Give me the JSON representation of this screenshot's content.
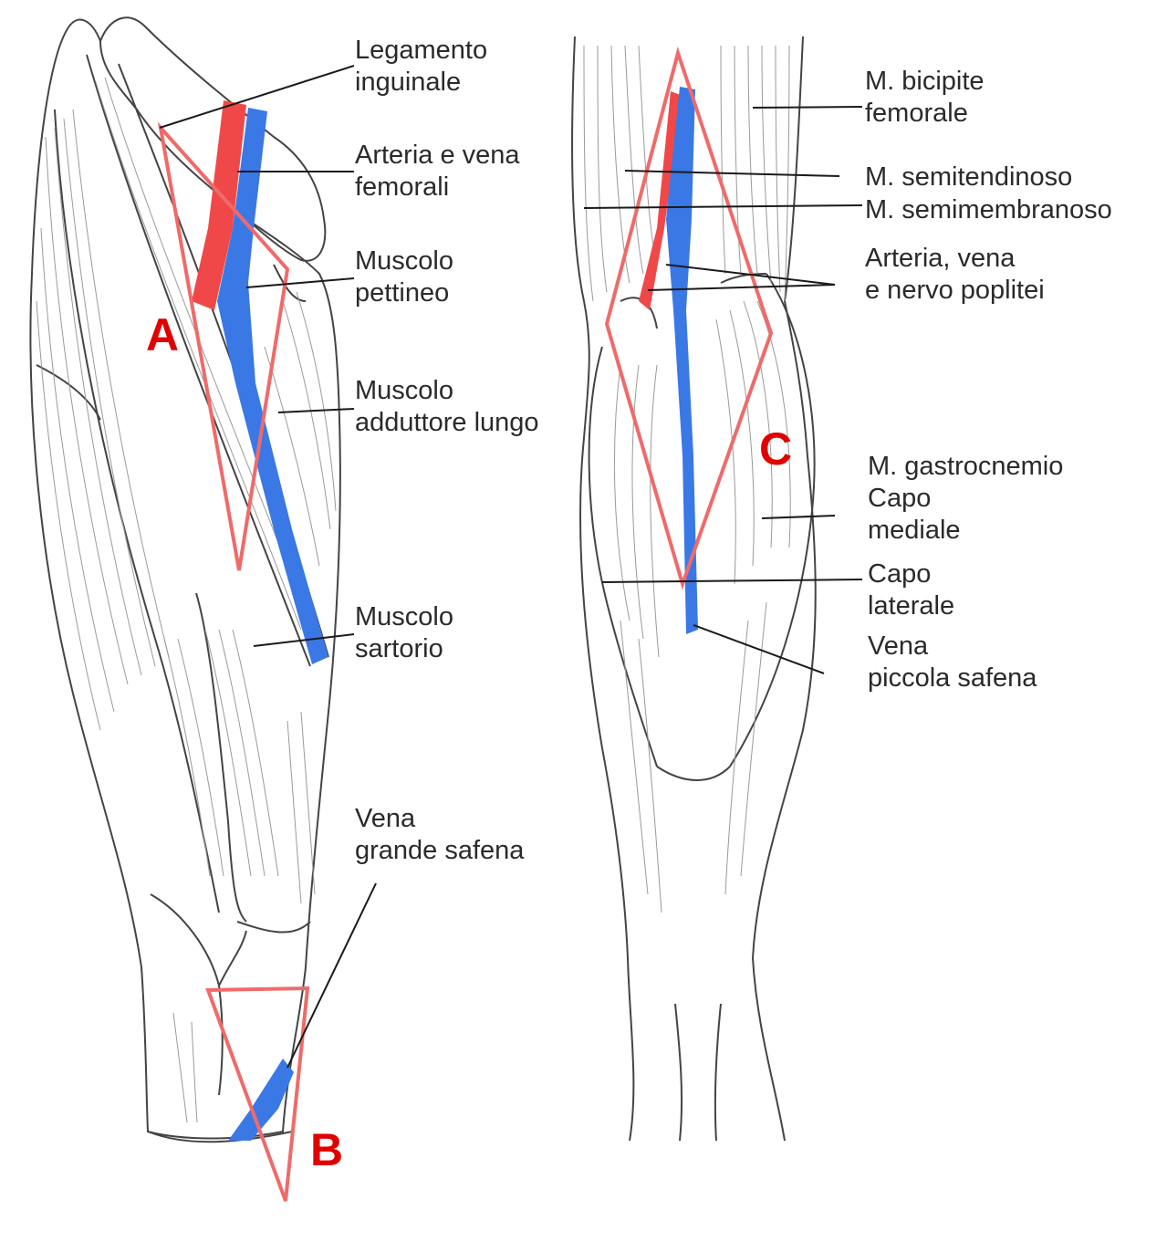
{
  "colors": {
    "artery": "#f04848",
    "vein": "#3a78e6",
    "region_outline": "#f06a6a",
    "region_letter": "#e00000",
    "outline": "#444444",
    "fiber": "#9a9a9a",
    "label_text": "#2a2a2a"
  },
  "region_letters": {
    "a": "A",
    "b": "B",
    "c": "C"
  },
  "labels": {
    "legamento_inguinale": [
      "Legamento",
      "inguinale"
    ],
    "arteria_vena_femorali": [
      "Arteria e vena",
      "femorali"
    ],
    "muscolo_pettineo": [
      "Muscolo",
      "pettineo"
    ],
    "muscolo_adduttore_lungo": [
      "Muscolo",
      "adduttore lungo"
    ],
    "muscolo_sartorio": [
      "Muscolo",
      "sartorio"
    ],
    "vena_grande_safena": [
      "Vena",
      "grande safena"
    ],
    "m_bicipite_femorale": [
      "M. bicipite",
      "femorale"
    ],
    "m_semitendinoso": [
      "M. semitendinoso"
    ],
    "m_semimembranoso": [
      "M. semimembranoso"
    ],
    "arteria_vena_nervo_poplitei": [
      "Arteria, vena",
      "e nervo poplitei"
    ],
    "m_gastrocnemio_capo_mediale": [
      "M. gastrocnemio",
      "Capo",
      "mediale"
    ],
    "capo_laterale": [
      "Capo",
      "laterale"
    ],
    "vena_piccola_safena": [
      "Vena",
      "piccola safena"
    ]
  }
}
